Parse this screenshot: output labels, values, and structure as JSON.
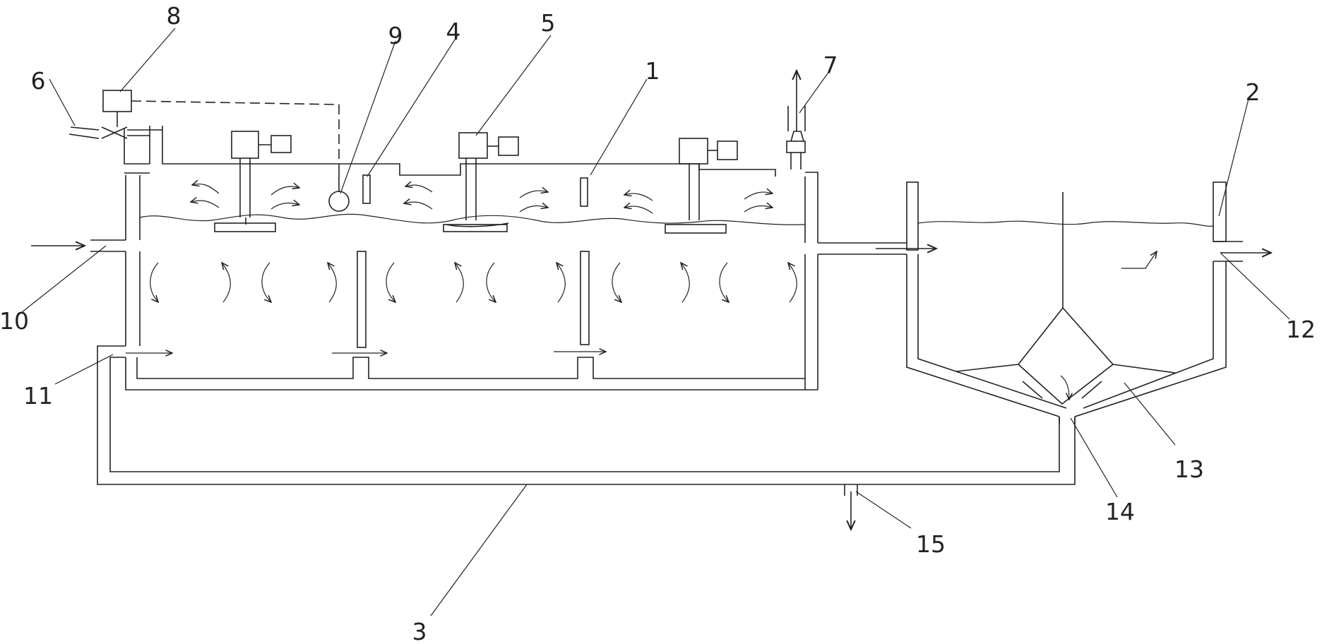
{
  "figure": {
    "labels": {
      "n1": "1",
      "n2": "2",
      "n3": "3",
      "n4": "4",
      "n5": "5",
      "n6": "6",
      "n7": "7",
      "n8": "8",
      "n9": "9",
      "n10": "10",
      "n11": "11",
      "n12": "12",
      "n13": "13",
      "n14": "14",
      "n15": "15"
    },
    "colors": {
      "line": "#222222",
      "background": "#ffffff"
    }
  }
}
